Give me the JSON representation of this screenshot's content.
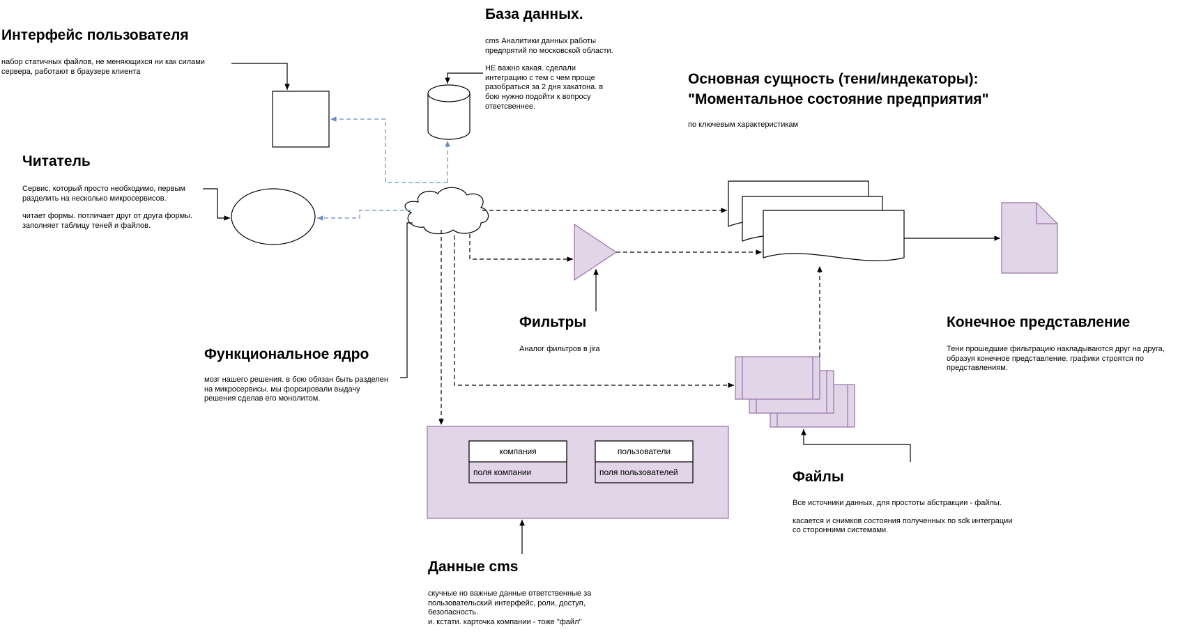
{
  "ui_block": {
    "title": "Интерфейс пользователя",
    "desc": "набор статичных файлов, не меняющихся ни как силами сервера, работают в браузере клиента"
  },
  "db_block": {
    "title": "База данных.",
    "desc1": "cms Аналитики данных работы предпрятий по московской области.",
    "desc2": "НЕ важно какая. сделали интеграцию с тем с чем проще разобраться за 2 дня хакатона. в бою нужно подойти к вопросу ответсвеннее."
  },
  "main_entity": {
    "title_line1": "Основная сущность (тени/индекаторы):",
    "title_line2": "\"Моментальное состояние предприятия\"",
    "desc": "по ключевым характеристикам"
  },
  "reader": {
    "title": "Читатель",
    "desc1": "Сервис, который просто необходимо, первым разделить на несколько микросервисов.",
    "desc2": "читает формы. потличает друг от друга формы. заполняет таблицу теней и файлов."
  },
  "filters": {
    "title": "Фильтры",
    "desc": "Аналог фильтров в jira"
  },
  "final_view": {
    "title": "Конечное представление",
    "desc": "Тени прошедшие фильтрацию накладываются друг на друга, образуя конечное представление. графики строятся по представлениям."
  },
  "core": {
    "title": "Функциональное ядро",
    "desc": "мозг нашего решения. в бою обязан быть разделен на микросервисы. мы форсировали выдачу решения сделав его монолитом."
  },
  "files": {
    "title": "Файлы",
    "desc1": "Все источники данных, для простоты абстракции - файлы.",
    "desc2": "касается и снимков состояния полученных по sdk интеграции со сторонними системами."
  },
  "cms_data": {
    "title": "Данные cms",
    "desc": "скучные но важные данные ответственные за пользовательский интерфейс, роли, доступ, безопасность.",
    "desc2": "и. кстати. карточка компании - тоже \"файл\""
  },
  "tables": {
    "company": {
      "header": "компания",
      "field": "поля компании"
    },
    "users": {
      "header": "пользователи",
      "field": "поля пользователей"
    }
  },
  "colors": {
    "purple_fill": "#e1d5e7",
    "purple_stroke": "#9673a6",
    "blue_dashed": "#6c8ebf",
    "line": "#000000"
  }
}
